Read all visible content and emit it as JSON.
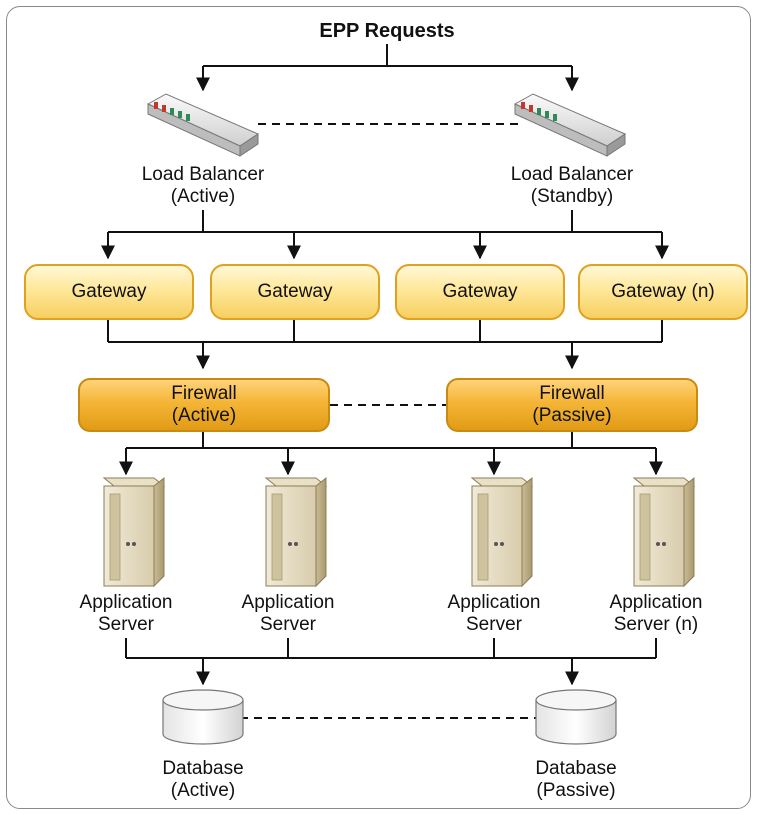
{
  "title": "EPP Requests",
  "load_balancers": [
    {
      "name": "Load Balancer",
      "state": "(Active)"
    },
    {
      "name": "Load Balancer",
      "state": "(Standby)"
    }
  ],
  "gateways": [
    "Gateway",
    "Gateway",
    "Gateway",
    "Gateway (n)"
  ],
  "firewalls": [
    {
      "name": "Firewall",
      "state": "(Active)"
    },
    {
      "name": "Firewall",
      "state": "(Passive)"
    }
  ],
  "app_servers": [
    {
      "line1": "Application",
      "line2": "Server"
    },
    {
      "line1": "Application",
      "line2": "Server"
    },
    {
      "line1": "Application",
      "line2": "Server"
    },
    {
      "line1": "Application",
      "line2": "Server (n)"
    }
  ],
  "databases": [
    {
      "name": "Database",
      "state": "(Active)"
    },
    {
      "name": "Database",
      "state": "(Passive)"
    }
  ],
  "colors": {
    "gateway_fill": "#ffe89a",
    "gateway_border": "#e0a020",
    "firewall_fill": "#f4b536",
    "firewall_border": "#c98a10",
    "line": "#111111"
  }
}
